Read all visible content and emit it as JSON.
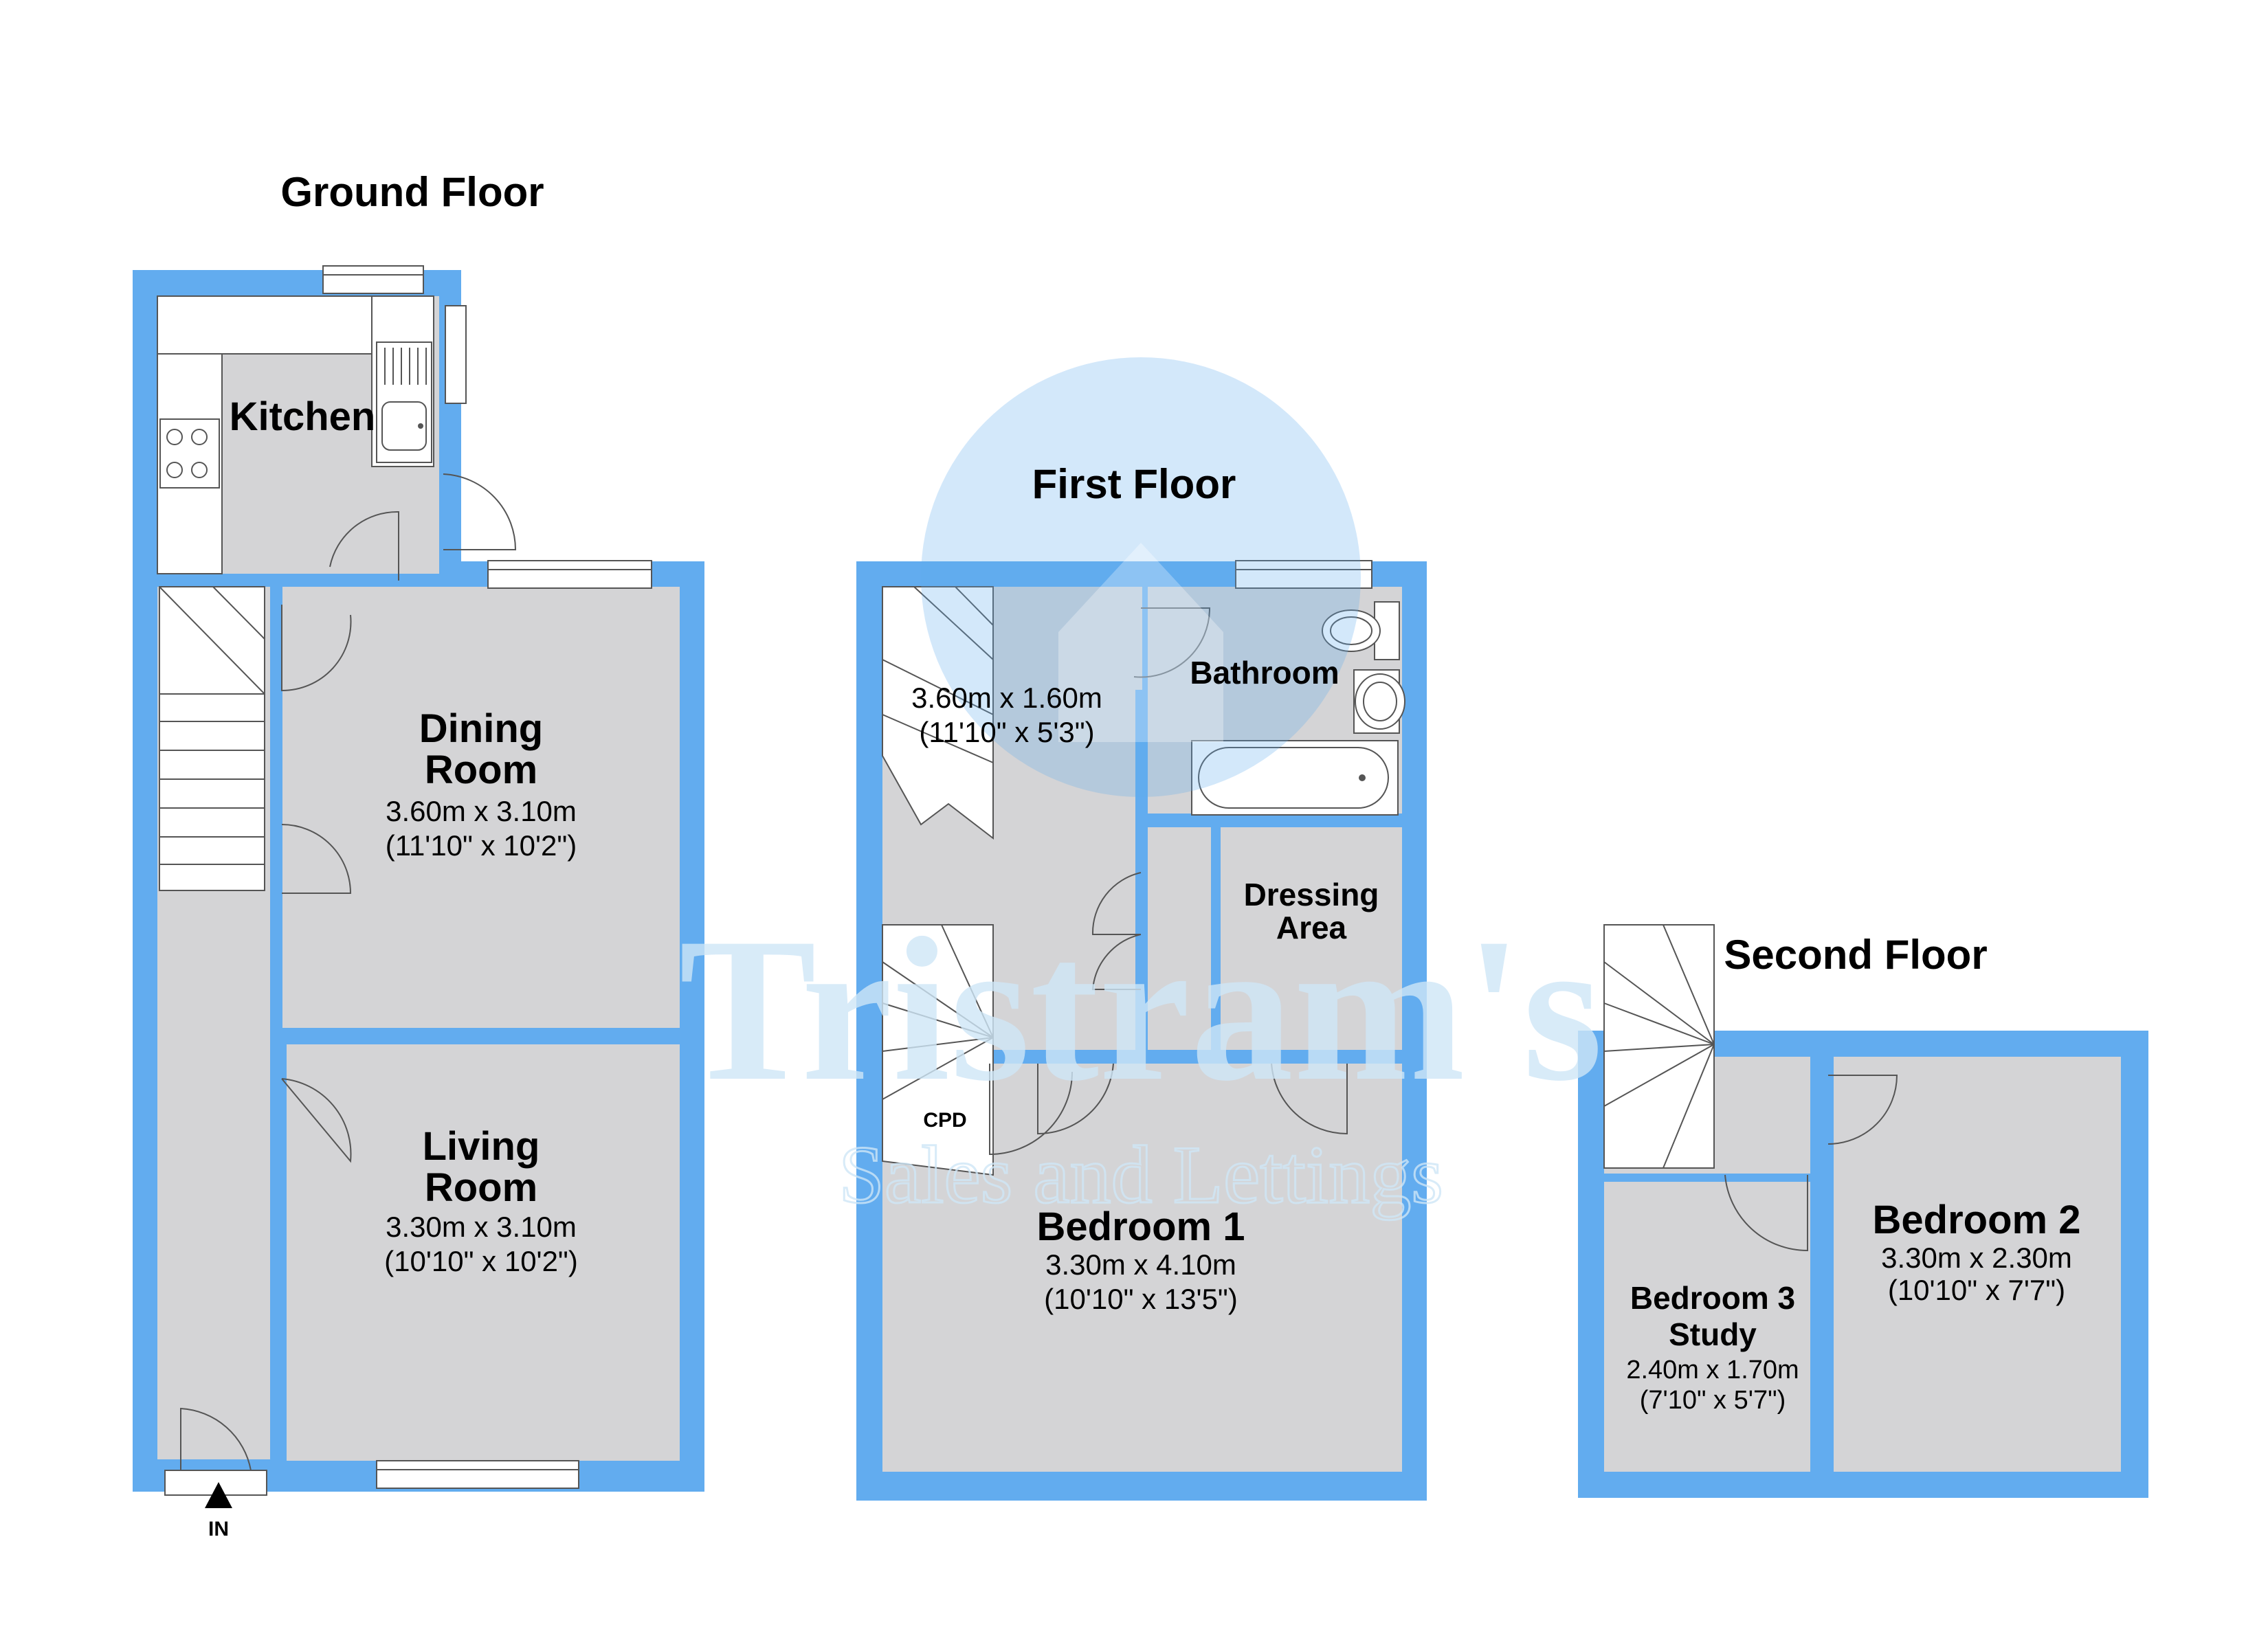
{
  "colors": {
    "wall": "#62acef",
    "floor": "#d4d4d6",
    "line": "#555555",
    "watermark": "#cfe6f7"
  },
  "floors": {
    "ground": {
      "title": "Ground Floor"
    },
    "first": {
      "title": "First Floor"
    },
    "second": {
      "title": "Second Floor"
    }
  },
  "rooms": {
    "kitchen": {
      "name": "Kitchen"
    },
    "dining": {
      "name_line1": "Dining",
      "name_line2": "Room",
      "metric": "3.60m x 3.10m",
      "imperial": "(11'10\" x 10'2\")"
    },
    "living": {
      "name_line1": "Living",
      "name_line2": "Room",
      "metric": "3.30m x 3.10m",
      "imperial": "(10'10\" x 10'2\")"
    },
    "landing": {
      "metric": "3.60m x 1.60m",
      "imperial": "(11'10\" x 5'3\")"
    },
    "bathroom": {
      "name": "Bathroom"
    },
    "dressing": {
      "name_line1": "Dressing",
      "name_line2": "Area"
    },
    "cpd": {
      "name": "CPD"
    },
    "bedroom1": {
      "name": "Bedroom 1",
      "metric": "3.30m x 4.10m",
      "imperial": "(10'10\" x 13'5\")"
    },
    "bedroom2": {
      "name": "Bedroom 2",
      "metric": "3.30m x 2.30m",
      "imperial": "(10'10\" x 7'7\")"
    },
    "bedroom3": {
      "name_line1": "Bedroom 3",
      "name_line2": "Study",
      "metric": "2.40m x 1.70m",
      "imperial": "(7'10\" x 5'7\")"
    }
  },
  "entrance": {
    "label": "IN"
  },
  "watermark": {
    "brand": "Tristram's",
    "tagline": "Sales and Lettings"
  }
}
